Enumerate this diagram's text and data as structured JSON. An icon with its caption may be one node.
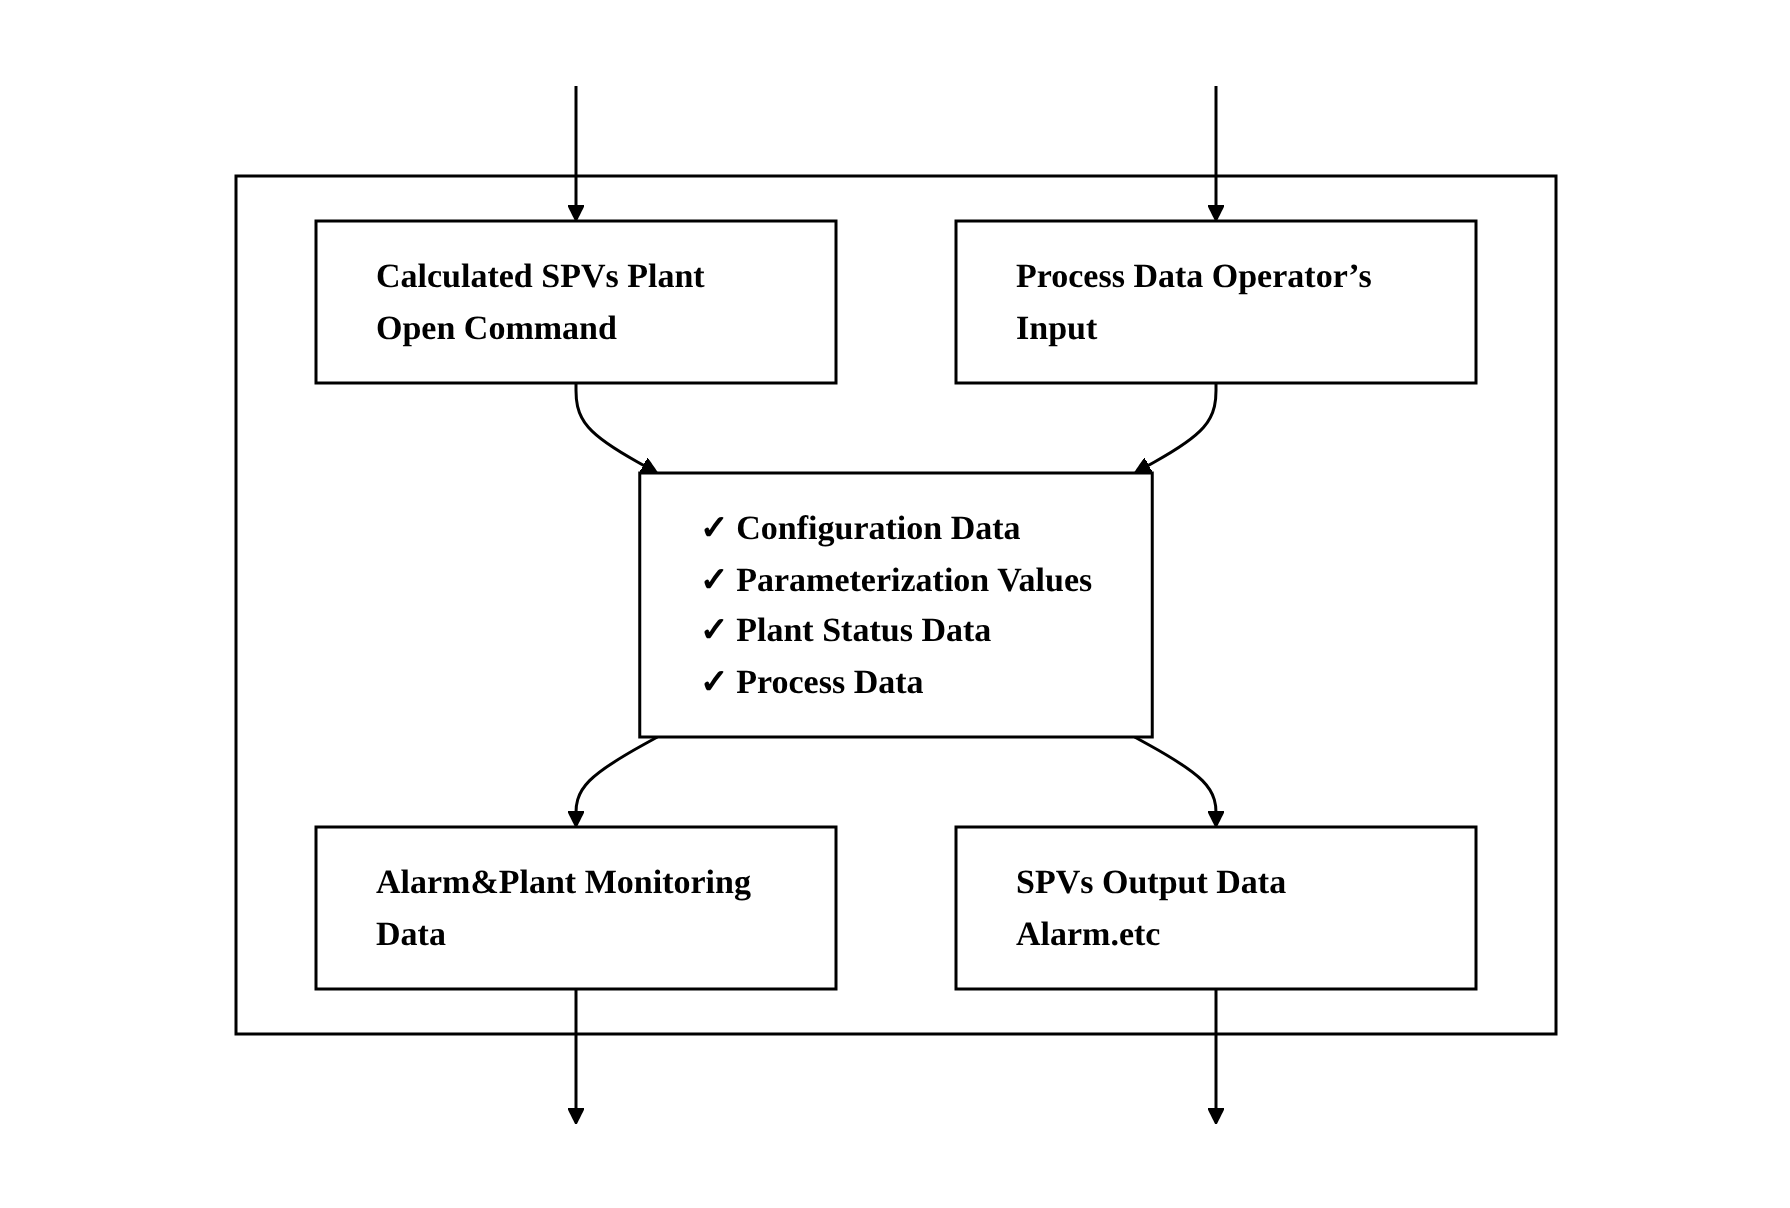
{
  "diagram": {
    "nodes": [
      {
        "text": [],
        "shape": "box"
      },
      {
        "text": [
          "Calculated SPVs Plant Open Command"
        ],
        "in": 0
      },
      {
        "text": [
          "Alarm&Plant Monitoring Data"
        ],
        "in": 0
      },
      {
        "text": [
          "✓ Configuration Data",
          "✓ Parameterization Values",
          "✓ Plant Status Data",
          "✓ Process Data"
        ],
        "in": 0
      },
      {
        "text": [
          "SPVs Output Data Alarm.etc"
        ],
        "in": 0
      },
      {
        "text": [
          "Process Data Operator’s Input"
        ],
        "in": 0
      }
    ],
    "edges": [
      {
        "from": null,
        "to": 1,
        "arrow": "to"
      },
      {
        "from": 2,
        "to": null,
        "arrow": "to"
      },
      {
        "from": 1,
        "to": 3,
        "arrow": "to"
      },
      {
        "from": 3,
        "to": 2,
        "arrow": "to"
      },
      {
        "from": 3,
        "to": 4,
        "arrow": "to"
      },
      {
        "from": 4,
        "to": null,
        "arrow": "to"
      },
      {
        "from": null,
        "to": 5,
        "arrow": "to"
      },
      {
        "from": 5,
        "to": 3,
        "arrow": "to"
      }
    ]
  }
}
